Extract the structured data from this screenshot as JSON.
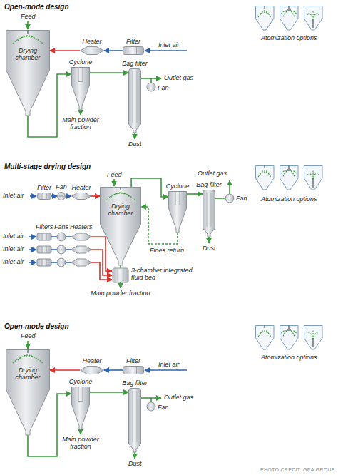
{
  "diagram": {
    "nodes": [
      {
        "text": [
          "Drying chamber"
        ]
      },
      {
        "text": [
          "Heater"
        ]
      },
      {
        "text": [
          "Filter"
        ]
      },
      {
        "text": [
          "Cyclone"
        ]
      },
      {
        "text": [
          "Bag filter"
        ]
      },
      {
        "text": [
          "Filter"
        ]
      },
      {
        "text": [
          "Fan"
        ]
      },
      {
        "text": [
          "Heater"
        ]
      },
      {
        "text": [
          "Drying chamber"
        ]
      },
      {
        "text": [
          "Cyclone"
        ]
      },
      {
        "text": [
          "Bag filter"
        ]
      },
      {
        "text": [
          "Drying chamber"
        ]
      },
      {
        "text": [
          "Heater"
        ]
      },
      {
        "text": [
          "Filter"
        ]
      },
      {
        "text": [
          "Cyclone"
        ]
      },
      {
        "text": [
          "Bag filter"
        ]
      }
    ],
    "edges": [
      {
        "from": 2,
        "to": 1,
        "arrow": "to"
      },
      {
        "from": 1,
        "to": 0,
        "arrow": "to"
      },
      {
        "from": 0,
        "to": 3,
        "arrow": "to"
      },
      {
        "from": 3,
        "to": 4,
        "arrow": "to"
      },
      {
        "from": 5,
        "to": 6,
        "arrow": "to"
      },
      {
        "from": 6,
        "to": 7,
        "arrow": "to"
      },
      {
        "from": 7,
        "to": 8,
        "arrow": "to"
      },
      {
        "from": 8,
        "to": 9,
        "arrow": "to"
      },
      {
        "from": 9,
        "to": 10,
        "arrow": "to"
      },
      {
        "from": 9,
        "to": 8,
        "label": "Fines return",
        "arrow": "to"
      },
      {
        "from": 13,
        "to": 12,
        "arrow": "to"
      },
      {
        "from": 12,
        "to": 11,
        "arrow": "to"
      },
      {
        "from": 11,
        "to": 14,
        "arrow": "to"
      },
      {
        "from": 14,
        "to": 15,
        "arrow": "to"
      }
    ],
    "labels": [
      "Open-mode design",
      "Feed",
      "Inlet air",
      "Main powder fraction",
      "Outlet gas",
      "Fan",
      "Dust",
      "Atomization options",
      "Multi-stage drying design",
      "Inlet air",
      "Feed",
      "Outlet gas",
      "Fan",
      "Dust",
      "Filters",
      "Fans",
      "Heaters",
      "Inlet air",
      "Inlet air",
      "Inlet air",
      "3-chamber integrated fluid bed",
      "Main powder fraction",
      "Atomization options",
      "Open-mode design",
      "Feed",
      "Inlet air",
      "Main powder fraction",
      "Outlet gas",
      "Fan",
      "Dust",
      "Atomization options",
      "PHOTO CREDIT: GEA GROUP"
    ]
  }
}
